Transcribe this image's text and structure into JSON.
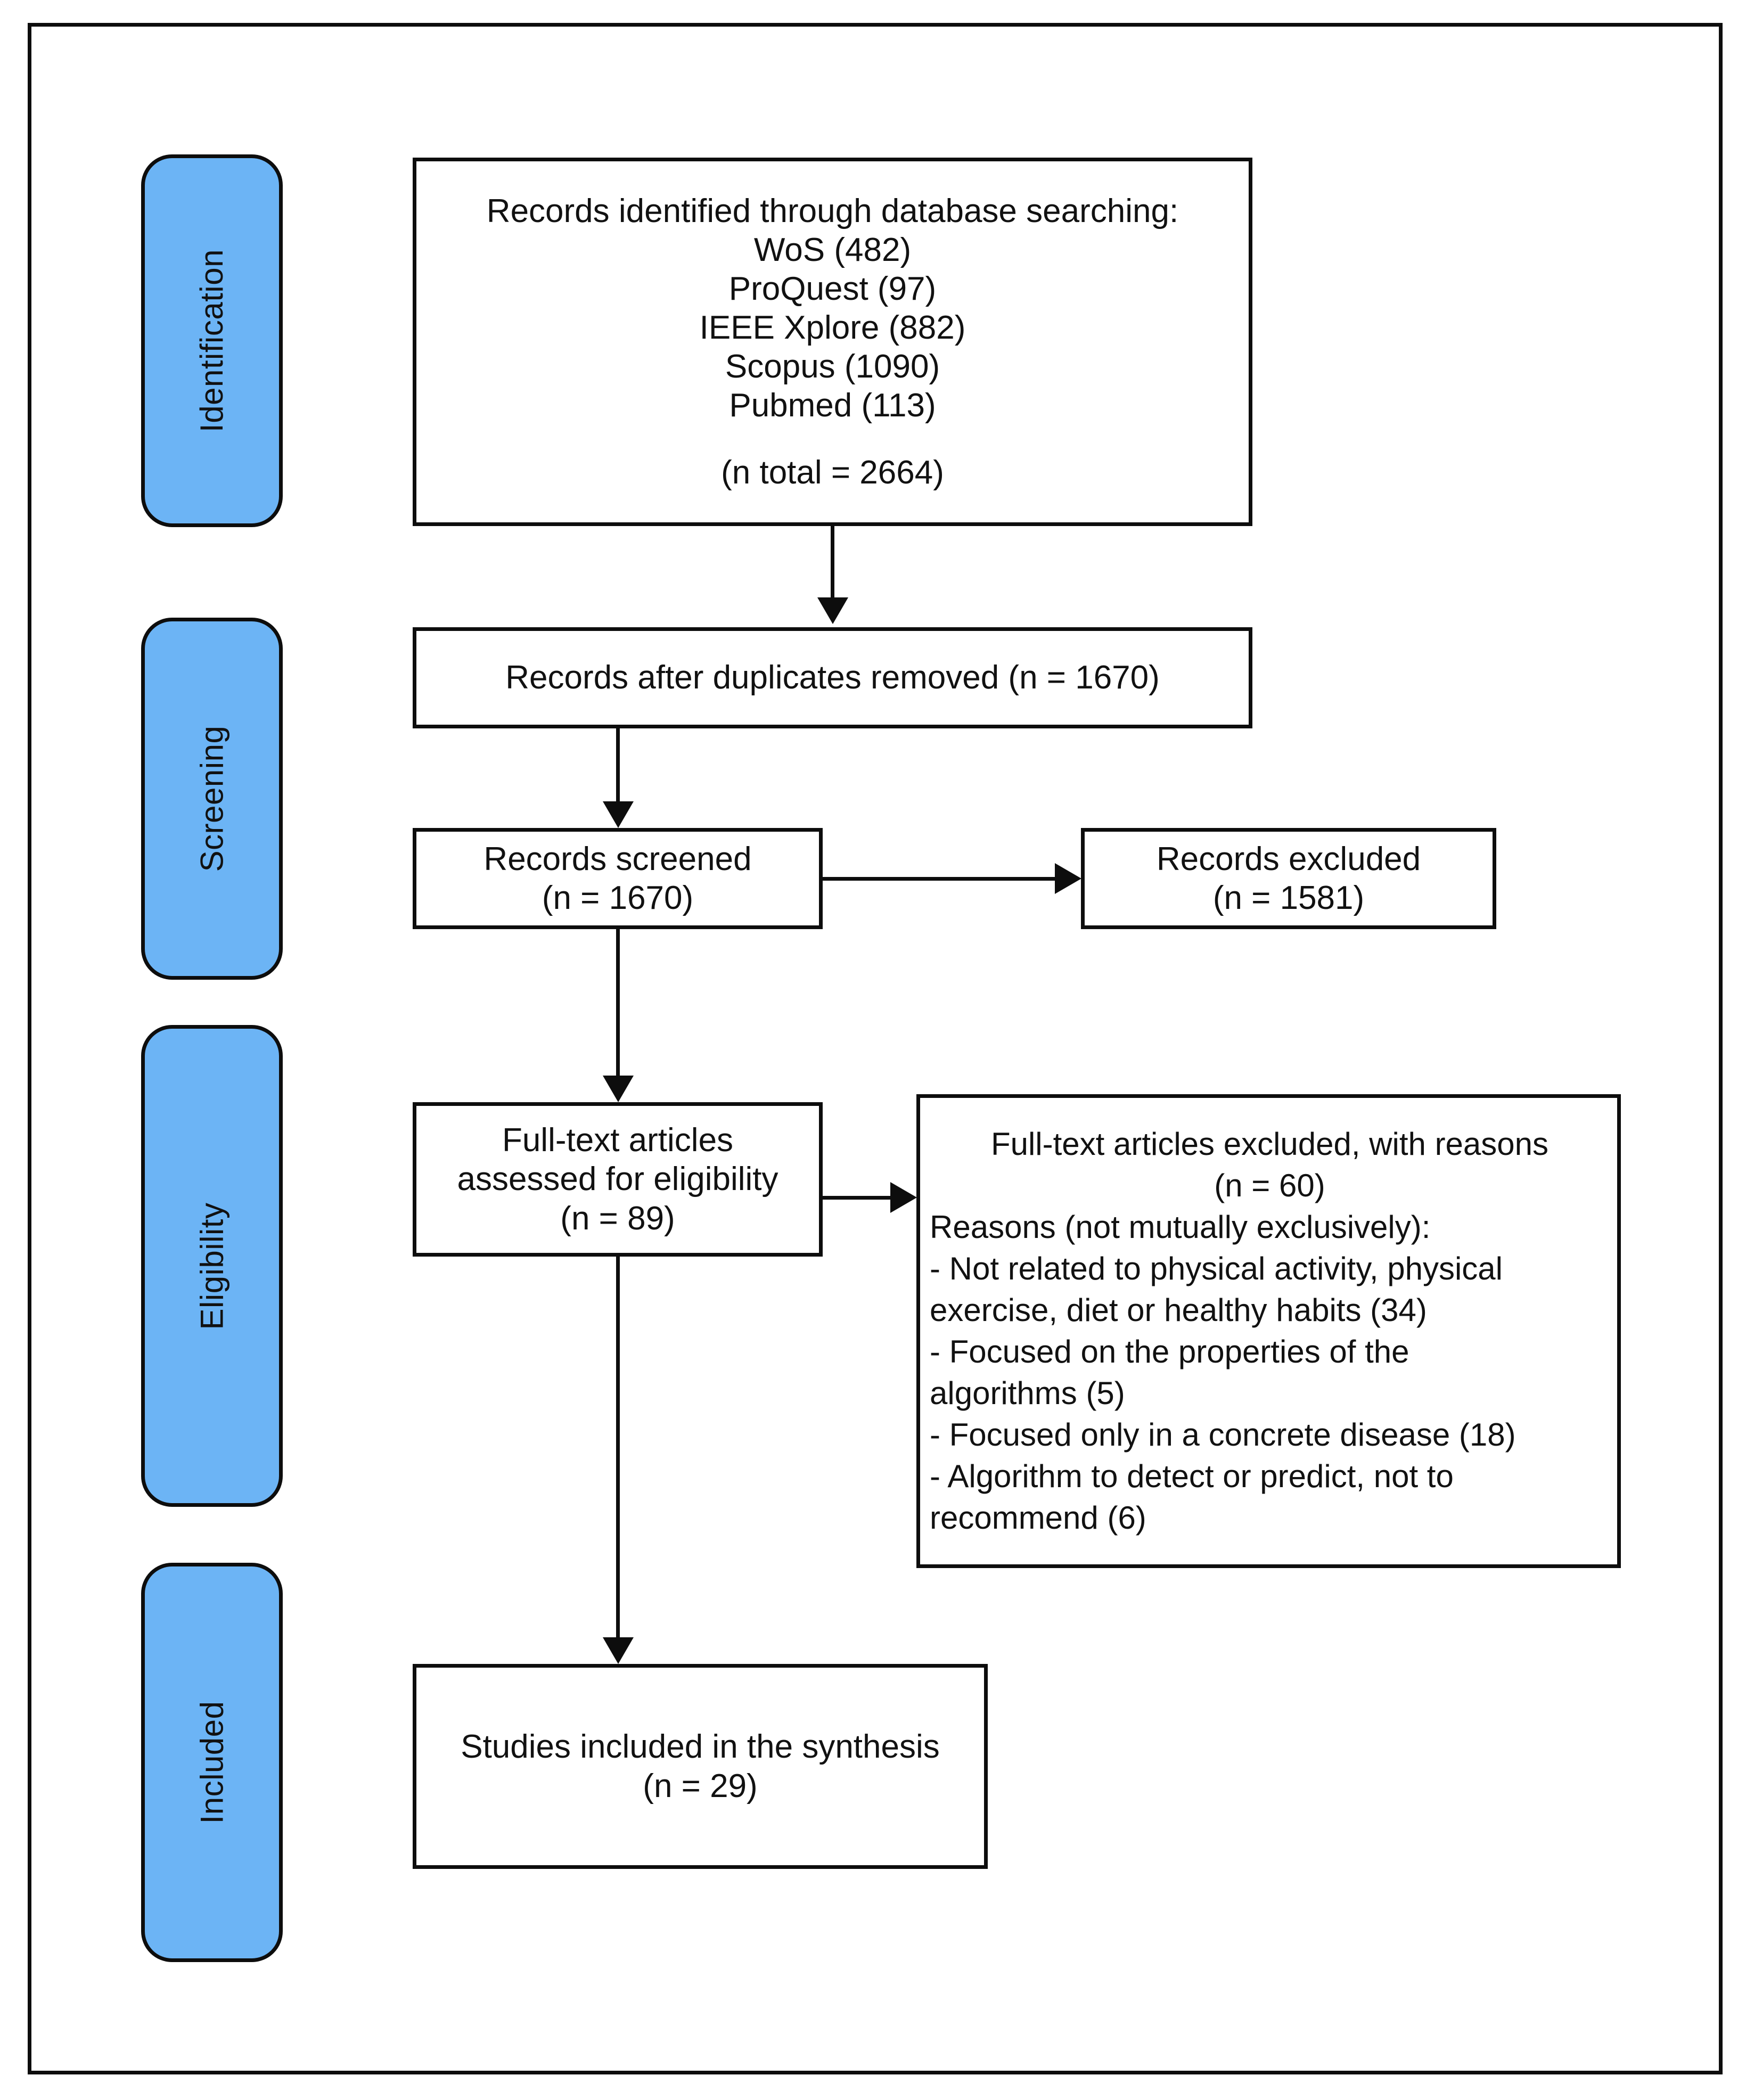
{
  "diagram": {
    "title": "PRISMA flow diagram",
    "accent_color": "#6cb4f5",
    "line_color": "#0d0d0d",
    "background_color": "#ffffff"
  },
  "stages": [
    {
      "label": "Identification"
    },
    {
      "label": "Screening"
    },
    {
      "label": "Eligibility"
    },
    {
      "label": "Included"
    }
  ],
  "boxes": {
    "identified": {
      "lines": [
        "Records identified through database searching:",
        "WoS (482)",
        "ProQuest (97)",
        "IEEE Xplore (882)",
        "Scopus (1090)",
        "Pubmed (113)",
        "",
        "(n total = 2664)"
      ]
    },
    "duplicates_removed": {
      "lines": [
        "Records after duplicates removed (n = 1670)"
      ]
    },
    "records_screened": {
      "lines": [
        "Records screened",
        "(n = 1670)"
      ]
    },
    "records_excluded": {
      "lines": [
        "Records excluded",
        "(n = 1581)"
      ]
    },
    "fulltext_assessed": {
      "lines": [
        "Full-text articles",
        "assessed for eligibility",
        "(n = 89)"
      ]
    },
    "fulltext_excluded": {
      "lines": [
        "Full-text articles excluded, with reasons",
        "(n = 60)",
        "Reasons (not mutually exclusively):",
        "- Not related to physical activity,   physical",
        "exercise, diet or healthy habits (34)",
        "- Focused on the properties of the",
        " algorithms (5)",
        " - Focused only in a concrete disease (18)",
        " - Algorithm to detect or predict, not to",
        "recommend (6)"
      ]
    },
    "studies_included": {
      "lines": [
        "Studies included in the synthesis",
        "(n = 29)"
      ]
    }
  },
  "chart_data": {
    "type": "diagram",
    "title": "PRISMA flow diagram",
    "stages": [
      "Identification",
      "Screening",
      "Eligibility",
      "Included"
    ],
    "counts": {
      "WoS": 482,
      "ProQuest": 97,
      "IEEE Xplore": 882,
      "Scopus": 1090,
      "Pubmed": 113,
      "total_identified": 2664,
      "after_duplicates_removed": 1670,
      "records_screened": 1670,
      "records_excluded": 1581,
      "fulltext_assessed": 89,
      "fulltext_excluded": 60,
      "studies_included": 29
    },
    "exclusion_reasons": [
      {
        "reason": "Not related to physical activity, physical exercise, diet or healthy habits",
        "count": 34
      },
      {
        "reason": "Focused on the properties of the algorithms",
        "count": 5
      },
      {
        "reason": "Focused only in a concrete disease",
        "count": 18
      },
      {
        "reason": "Algorithm to detect or predict, not to recommend",
        "count": 6
      }
    ]
  }
}
